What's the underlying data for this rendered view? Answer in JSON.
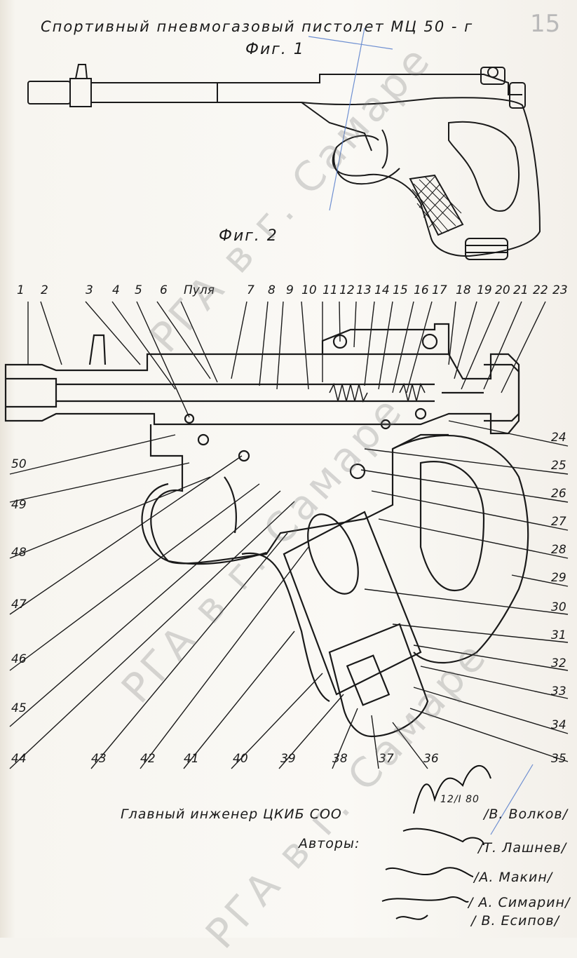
{
  "header": {
    "title": "Спортивный пневмогазовый пистолет МЦ 50 - г",
    "page_number": "15"
  },
  "figures": {
    "fig1_label": "Фиг. 1",
    "fig2_label": "Фиг. 2"
  },
  "callouts_top": [
    "1",
    "2",
    "3",
    "4",
    "5",
    "6",
    "Пуля",
    "7",
    "8",
    "9",
    "10",
    "11",
    "12",
    "13",
    "14",
    "15",
    "16",
    "17",
    "18",
    "19",
    "20",
    "21",
    "22",
    "23"
  ],
  "callouts_right": [
    "24",
    "25",
    "26",
    "27",
    "28",
    "29",
    "30",
    "31",
    "32",
    "33",
    "34",
    "35"
  ],
  "callouts_bottom": [
    "44",
    "43",
    "42",
    "41",
    "40",
    "39",
    "38",
    "37",
    "36"
  ],
  "callouts_left": [
    "50",
    "49",
    "48",
    "47",
    "46",
    "45",
    "44"
  ],
  "watermark": {
    "text_1": "РГА в г. Самаре",
    "text_2": "РГА в г. Самаре",
    "text_3": "РГА в г. Самаре"
  },
  "signatures": {
    "chief_role": "Главный инженер ЦКИБ СОО",
    "chief_name": "/В. Волков/",
    "chief_date": "12/I 80",
    "authors_label": "Авторы:",
    "author_1": "/Т. Лашнев/",
    "author_2": "/А. Макин/",
    "author_3": "/ А. Симарин/",
    "author_4": "/ В. Есипов/"
  }
}
